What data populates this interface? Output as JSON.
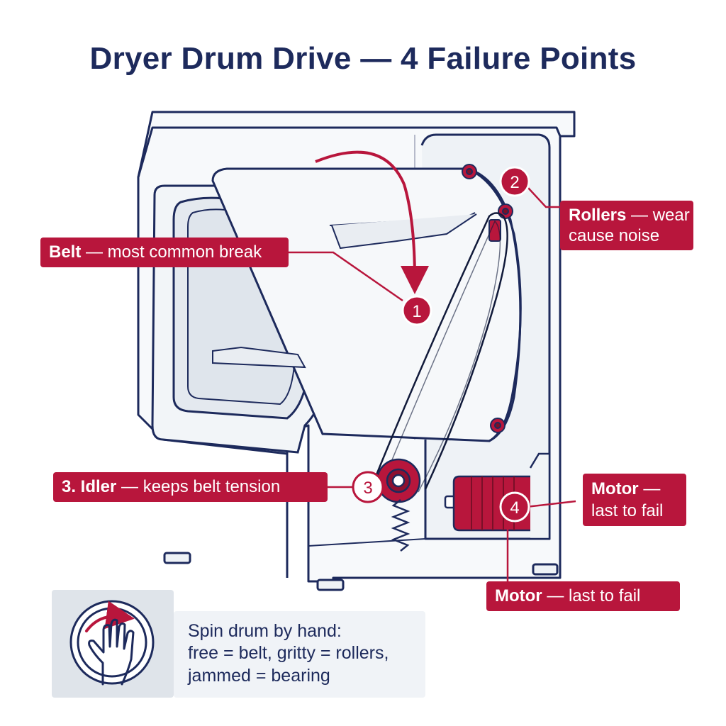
{
  "title": "Dryer Drum Drive — 4 Failure Points",
  "callouts": {
    "belt": {
      "number": "1",
      "strong": "Belt",
      "rest": " — most common break"
    },
    "rollers": {
      "number": "2",
      "strong": "Rollers",
      "rest": " — wear",
      "line2": "cause noise"
    },
    "idler": {
      "number": "3",
      "strong": "3. Idler",
      "rest": " — keeps belt tension"
    },
    "motor": {
      "number": "4",
      "strong": "Motor",
      "rest": " —",
      "line2": "last to fail"
    },
    "motor_bottom": {
      "strong": "Motor",
      "rest": " — last to fail"
    }
  },
  "tip": {
    "line1": "Spin drum by hand:",
    "line2": "free = belt, gritty = rollers,",
    "line3": "jammed = bearing"
  },
  "colors": {
    "accent": "#b8163c",
    "outline": "#1d2a5c",
    "panel": "#eef2f6"
  },
  "icons": [
    "hand-spin-icon",
    "rotation-arrow-icon"
  ]
}
